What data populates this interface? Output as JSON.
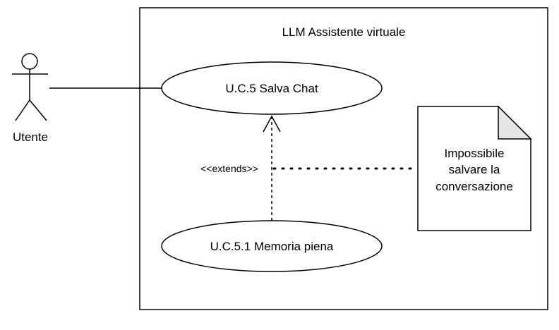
{
  "system": {
    "title": "LLM Assistente virtuale"
  },
  "actor": {
    "label": "Utente"
  },
  "use_cases": {
    "main": "U.C.5 Salva Chat",
    "extension": "U.C.5.1 Memoria piena"
  },
  "relationship": {
    "stereotype": "<<extends>>"
  },
  "note": {
    "lines": [
      "Impossibile",
      "salvare la",
      "conversazione"
    ]
  },
  "colors": {
    "stroke": "#000000",
    "background": "#ffffff",
    "note_fold": "#e6e6e6"
  }
}
